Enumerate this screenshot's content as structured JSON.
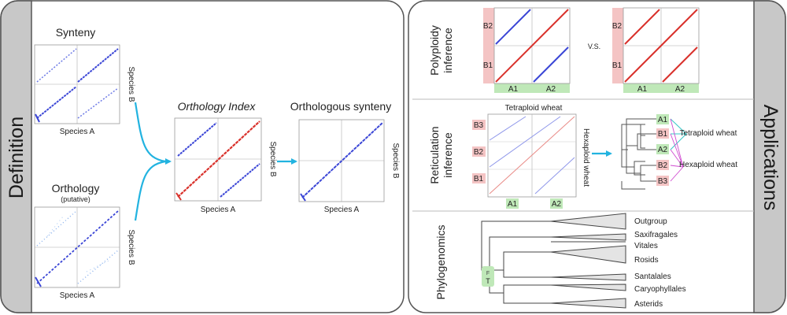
{
  "colors": {
    "blue": "#3b46d6",
    "red": "#d9312b",
    "cyan": "#22b3e0",
    "highlight_red": "#f4c4c4",
    "highlight_green": "#bfe8b8",
    "sidebar_bg": "#c8c8c8"
  },
  "sidebars": {
    "definition": "Definition",
    "applications": "Applications"
  },
  "definition": {
    "synteny": {
      "title": "Synteny",
      "xlabel": "Species A",
      "ylabel": "Species B"
    },
    "orthology": {
      "title": "Orthology",
      "subtitle": "(putative)",
      "xlabel": "Species A",
      "ylabel": "Species B"
    },
    "orthology_index": {
      "title": "Orthology Index",
      "xlabel": "Species A",
      "ylabel": "Species B"
    },
    "orthologous_synteny": {
      "title": "Orthologous synteny",
      "xlabel": "Species A",
      "ylabel": "Species B"
    }
  },
  "applications": {
    "polyploidy": {
      "label_line1": "Polyploidy",
      "label_line2": "inference",
      "y_labels": [
        "B2",
        "B1"
      ],
      "x_labels": [
        "A1",
        "A2"
      ],
      "vs": "V.S."
    },
    "reticulation": {
      "label_line1": "Reticulation",
      "label_line2": "inference",
      "top_label": "Tetraploid wheat",
      "side_label": "Hexaploid wheat",
      "y_labels": [
        "B3",
        "B2",
        "B1"
      ],
      "x_labels": [
        "A1",
        "A2"
      ],
      "tree_leaves": [
        "A1",
        "B1",
        "A2",
        "B2",
        "B3"
      ],
      "group1": "Tetraploid wheat",
      "group2": "Hexaploid wheat"
    },
    "phylogenomics": {
      "label": "Phylogenomics",
      "clades": [
        "Outgroup",
        "Saxifragales",
        "Vitales",
        "Rosids",
        "Santalales",
        "Caryophyllales",
        "Asterids"
      ],
      "node_labels": [
        "F",
        "T"
      ]
    }
  }
}
